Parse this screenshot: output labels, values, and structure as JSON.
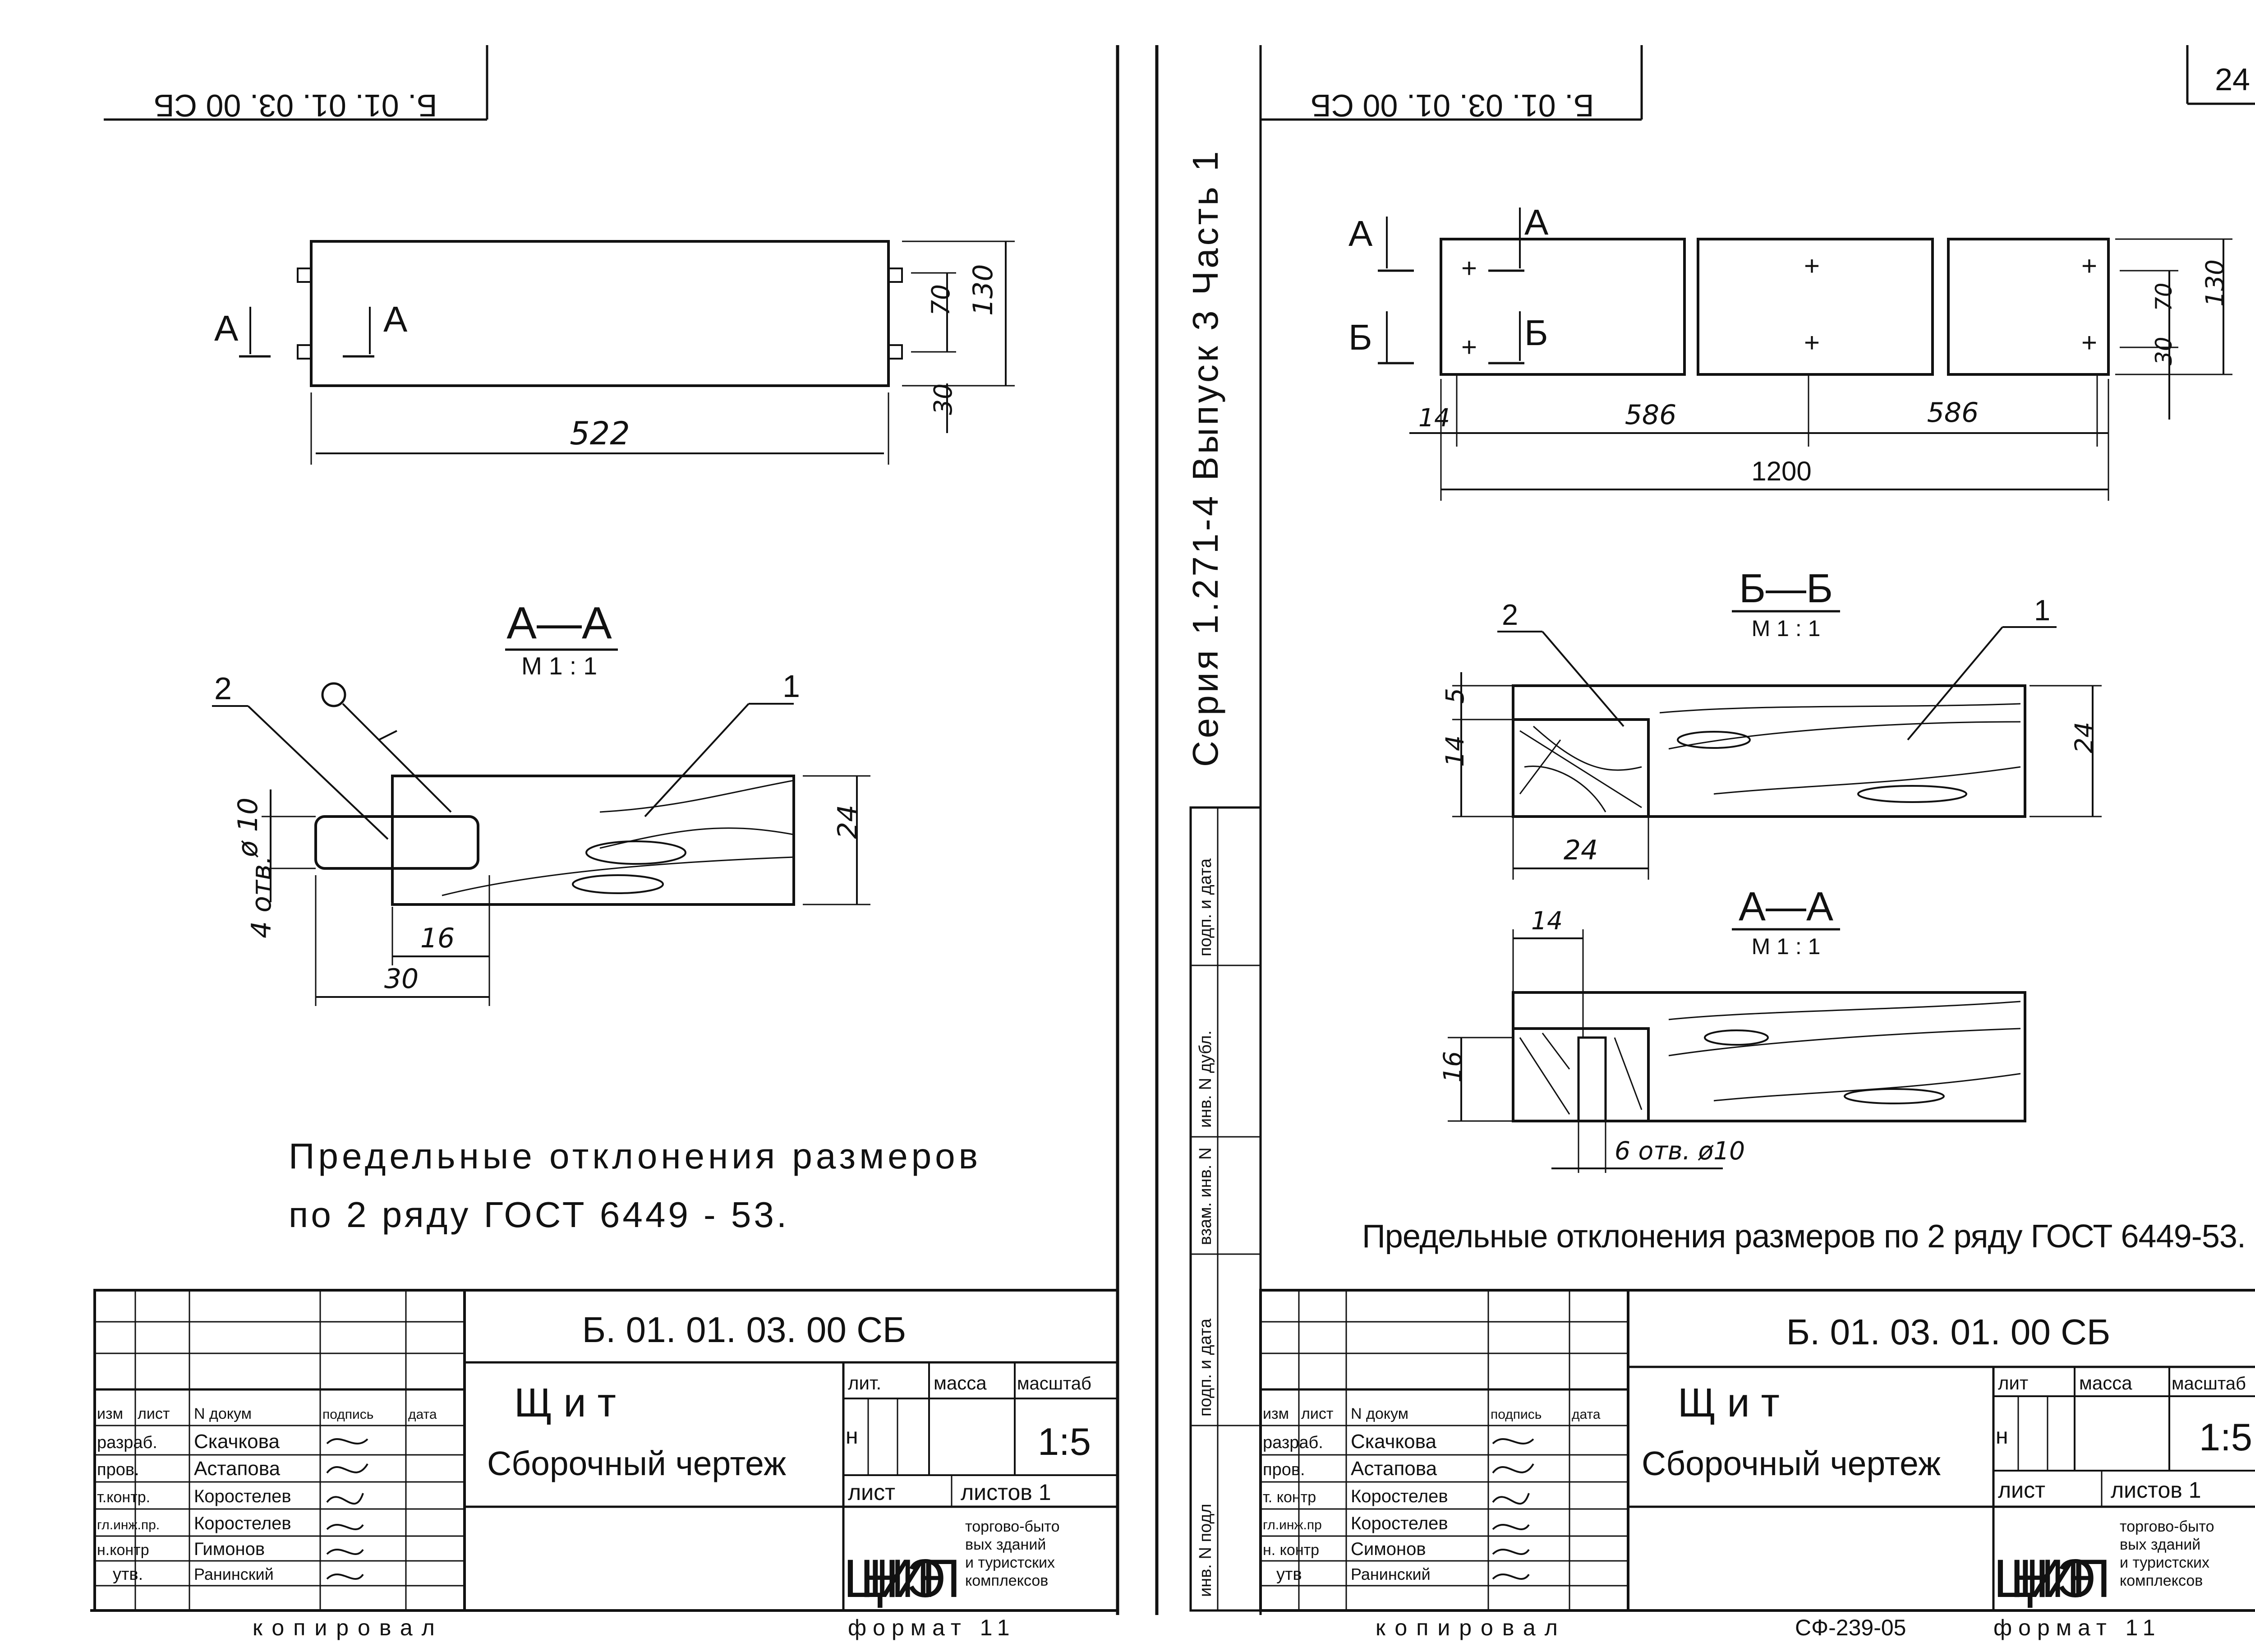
{
  "left": {
    "code_stamp": "Б. 01. 01. 03. 00 СБ",
    "section_label": "А",
    "dim_length": "522",
    "dim_130": "130",
    "dim_70": "70",
    "dim_30": "30",
    "section_title": "А—А",
    "section_scale": "М 1 : 1",
    "callout_1": "1",
    "callout_2": "2",
    "hole_note": "4 отв.",
    "dia_note": "ø 10",
    "dim_24": "24",
    "dim_16": "16",
    "dim_30b": "30",
    "tolerance_line1": "Предельные  отклонения  размеров",
    "tolerance_line2": "по 2 ряду  ГОСТ  6449 - 53.",
    "title_block": {
      "code": "Б. 01. 01. 03. 00 СБ",
      "name1": "Щ  и  т",
      "name2": "Сборочный  чертеж",
      "lit": "лит.",
      "mass": "масса",
      "scale_h": "масштаб",
      "lit_val": "н",
      "scale": "1:5",
      "sheet": "лист",
      "sheets": "листов 1",
      "org": "ЦНИИЭП",
      "org_sub1": "торгово-быто",
      "org_sub2": "вых зданий",
      "org_sub3": "и туристских",
      "org_sub4": "комплексов",
      "hdr": [
        "изм",
        "лист",
        "N докум",
        "подпись",
        "дата"
      ],
      "roles": [
        "разраб.",
        "пров.",
        "т.контр.",
        "гл.инж.пр.",
        "н.контр",
        "утв."
      ],
      "names": [
        "Скачкова",
        "Астапова",
        "Коростелев",
        "Коростелев",
        "Гимонов",
        "Ранинский"
      ]
    },
    "copied": "копировал",
    "format": "формат 11"
  },
  "right": {
    "code_stamp": "Б. 01. 03. 01. 00 СБ",
    "sheet_no": "24",
    "series": "Серия 1.271-4  Выпуск 3  Часть 1",
    "label_A": "А",
    "label_B": "Б",
    "dim_14": "14",
    "dim_586a": "586",
    "dim_586b": "586",
    "dim_1200": "1200",
    "dim_70": "70",
    "dim_130": "130",
    "dim_30": "30",
    "bb_title": "Б—Б",
    "bb_scale": "М 1 : 1",
    "callout_1": "1",
    "callout_2": "2",
    "dim_5": "5",
    "dim_14b": "14",
    "dim_24v": "24",
    "dim_24h": "24",
    "aa_title": "А—А",
    "aa_scale": "М 1 : 1",
    "dim_14c": "14",
    "dim_16": "16",
    "hole_note": "6 отв. ø10",
    "tolerance": "Предельные  отклонения  размеров  по 2 ряду  ГОСТ 6449-53.",
    "side_stamps": [
      "инв. N подл",
      "подп. и дата",
      "взам. инв. N",
      "инв. N дубл.",
      "подп. и дата"
    ],
    "title_block": {
      "code": "Б. 01. 03. 01. 00 СБ",
      "name1": "Щ  и  т",
      "name2": "Сборочный  чертеж",
      "lit": "лит",
      "mass": "масса",
      "scale_h": "масштаб",
      "lit_val": "н",
      "scale": "1:5",
      "sheet": "лист",
      "sheets": "листов 1",
      "org": "ЦНИИЭП",
      "org_sub1": "торгово-быто",
      "org_sub2": "вых зданий",
      "org_sub3": "и туристских",
      "org_sub4": "комплексов",
      "hdr": [
        "изм",
        "лист",
        "N докум",
        "подпись",
        "дата"
      ],
      "roles": [
        "разраб.",
        "пров.",
        "т. контр",
        "гл.инж.пр",
        "н. контр",
        "утв"
      ],
      "names": [
        "Скачкова",
        "Астапова",
        "Коростелев",
        "Коростелев",
        "Симонов",
        "Ранинский"
      ]
    },
    "copied": "копировал",
    "doc_no": "СФ-239-05",
    "format": "формат 11"
  }
}
